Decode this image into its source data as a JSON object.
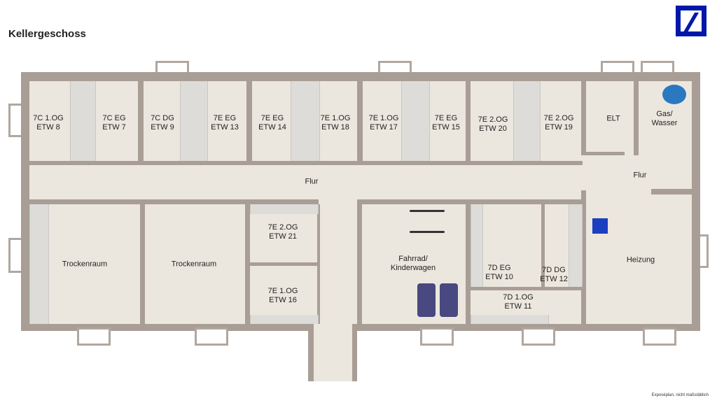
{
  "title": "Kellergeschoss",
  "footer_note": "Exposéplan, nicht maßstäblich",
  "brand_color": "#0018a8",
  "rooms": [
    {
      "l1": "7C 1.OG",
      "l2": "ETW 8"
    },
    {
      "l1": "7C EG",
      "l2": "ETW 7"
    },
    {
      "l1": "7C DG",
      "l2": "ETW 9"
    },
    {
      "l1": "7E EG",
      "l2": "ETW 13"
    },
    {
      "l1": "7E EG",
      "l2": "ETW 14"
    },
    {
      "l1": "7E 1.OG",
      "l2": "ETW 18"
    },
    {
      "l1": "7E 1.OG",
      "l2": "ETW 17"
    },
    {
      "l1": "7E EG",
      "l2": "ETW 15"
    },
    {
      "l1": "7E 2.OG",
      "l2": "ETW 20"
    },
    {
      "l1": "7E 2.OG",
      "l2": "ETW 19"
    },
    {
      "l1": "ELT",
      "l2": ""
    },
    {
      "l1": "Gas/",
      "l2": "Wasser"
    },
    {
      "l1": "Flur",
      "l2": ""
    },
    {
      "l1": "Flur",
      "l2": ""
    },
    {
      "l1": "Trockenraum",
      "l2": ""
    },
    {
      "l1": "Trockenraum",
      "l2": ""
    },
    {
      "l1": "7E 2.OG",
      "l2": "ETW 21"
    },
    {
      "l1": "7E 1.OG",
      "l2": "ETW 16"
    },
    {
      "l1": "Fahrrad/",
      "l2": "Kinderwagen"
    },
    {
      "l1": "7D EG",
      "l2": "ETW 10"
    },
    {
      "l1": "7D DG",
      "l2": "ETW 12"
    },
    {
      "l1": "7D 1.OG",
      "l2": "ETW 11"
    },
    {
      "l1": "Heizung",
      "l2": ""
    }
  ]
}
